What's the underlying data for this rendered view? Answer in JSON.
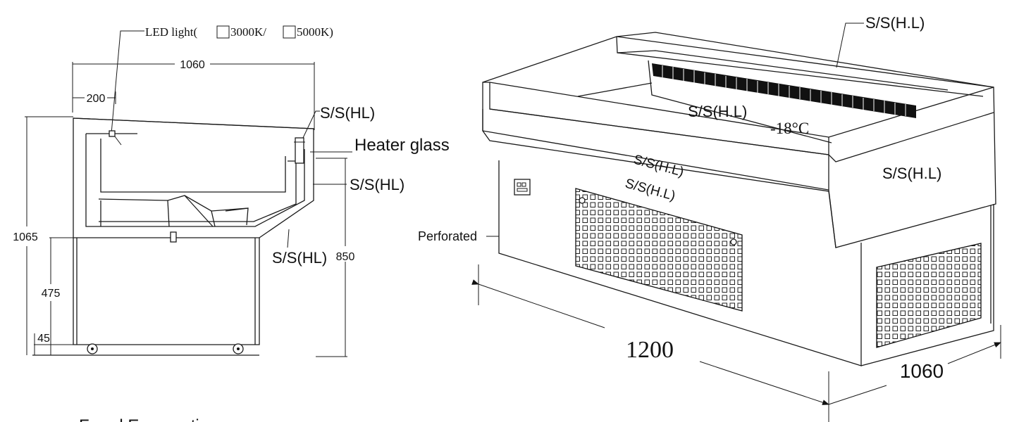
{
  "side_view": {
    "led_light_label": "LED light(",
    "led_option_1": "3000K/",
    "led_option_2": "5000K)",
    "depth_dim": "1060",
    "top_dim": "200",
    "label_ss_hl_top": "S/S(HL)",
    "label_heater_glass": "Heater glass",
    "label_ss_hl_right": "S/S(HL)",
    "label_ss_hl_bottom": "S/S(HL)",
    "height_dim_total": "1065",
    "height_dim_base": "475",
    "height_dim_foot": "45",
    "height_dim_front": "850"
  },
  "iso_view": {
    "label_ss_top": "S/S(H.L)",
    "label_ss_inner": "S/S(H.L)",
    "temperature": "-18°C",
    "label_ss_side": "S/S(H.L)",
    "label_ss_front_1": "S/S(H.L)",
    "label_ss_front_2": "S/S(H.L)",
    "label_perforated": "Perforated",
    "width_dim": "1200",
    "depth_dim": "1060"
  },
  "footer_text": "Frond Evaporation"
}
